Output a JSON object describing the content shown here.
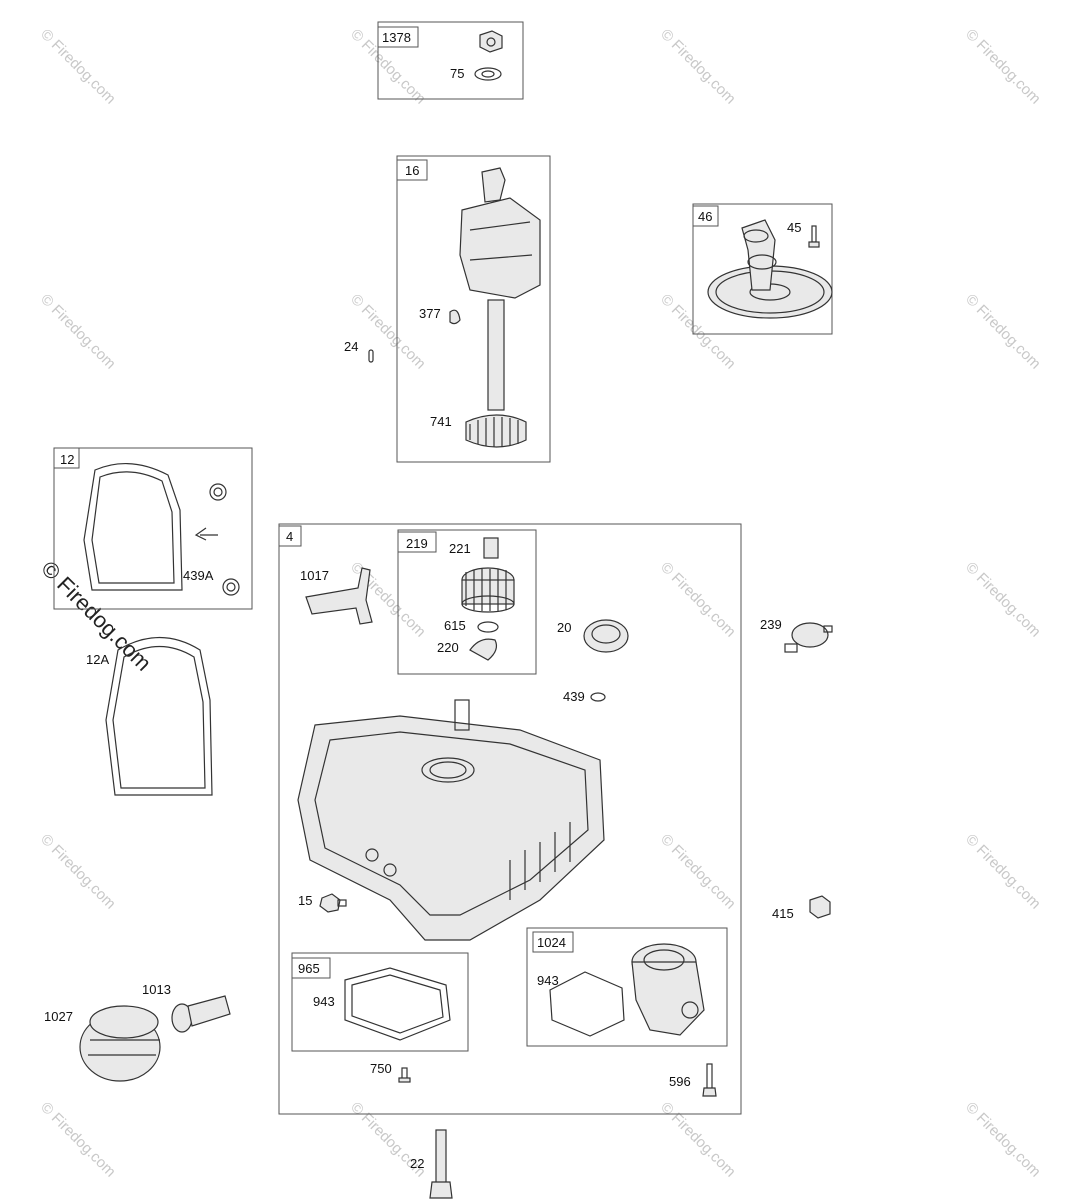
{
  "watermark": {
    "text": "© Firedog.com",
    "text_dark": "© Firedog.com"
  },
  "groups": {
    "g1378": "1378",
    "g16": "16",
    "g46": "46",
    "g12": "12",
    "g4": "4",
    "g219": "219",
    "g965": "965",
    "g1024": "1024"
  },
  "parts": {
    "p75": "75",
    "p377": "377",
    "p24": "24",
    "p741": "741",
    "p45": "45",
    "p439A": "439A",
    "p12A": "12A",
    "p1017": "1017",
    "p221": "221",
    "p615": "615",
    "p220": "220",
    "p20": "20",
    "p439": "439",
    "p239": "239",
    "p15": "15",
    "p415": "415",
    "p943a": "943",
    "p943b": "943",
    "p750": "750",
    "p596": "596",
    "p1027": "1027",
    "p1013": "1013",
    "p22": "22"
  }
}
